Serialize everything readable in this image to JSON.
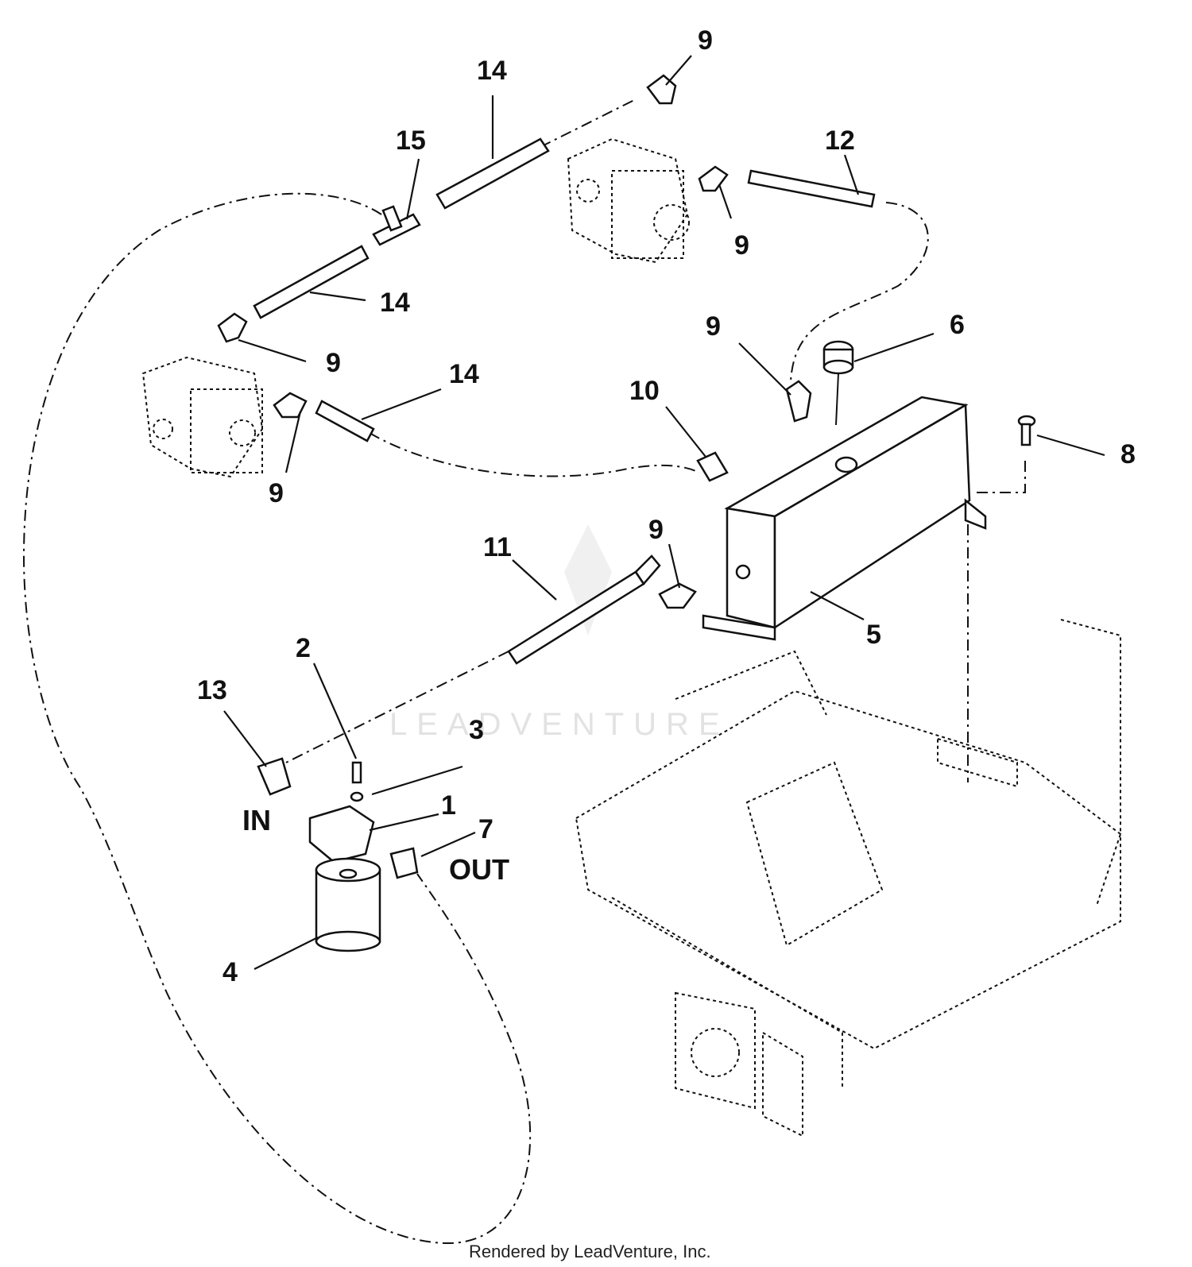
{
  "callouts": [
    {
      "id": "c1",
      "text": "1"
    },
    {
      "id": "c2",
      "text": "2"
    },
    {
      "id": "c3",
      "text": "3"
    },
    {
      "id": "c4",
      "text": "4"
    },
    {
      "id": "c5",
      "text": "5"
    },
    {
      "id": "c6",
      "text": "6"
    },
    {
      "id": "c7",
      "text": "7"
    },
    {
      "id": "c8",
      "text": "8"
    },
    {
      "id": "c9a",
      "text": "9"
    },
    {
      "id": "c9b",
      "text": "9"
    },
    {
      "id": "c9c",
      "text": "9"
    },
    {
      "id": "c9d",
      "text": "9"
    },
    {
      "id": "c9e",
      "text": "9"
    },
    {
      "id": "c9f",
      "text": "9"
    },
    {
      "id": "c10",
      "text": "10"
    },
    {
      "id": "c11",
      "text": "11"
    },
    {
      "id": "c12",
      "text": "12"
    },
    {
      "id": "c13",
      "text": "13"
    },
    {
      "id": "c14a",
      "text": "14"
    },
    {
      "id": "c14b",
      "text": "14"
    },
    {
      "id": "c14c",
      "text": "14"
    },
    {
      "id": "c15",
      "text": "15"
    }
  ],
  "flow_labels": {
    "in": "IN",
    "out": "OUT"
  },
  "watermark": "LEADVENTURE",
  "credit": "Rendered by LeadVenture, Inc."
}
